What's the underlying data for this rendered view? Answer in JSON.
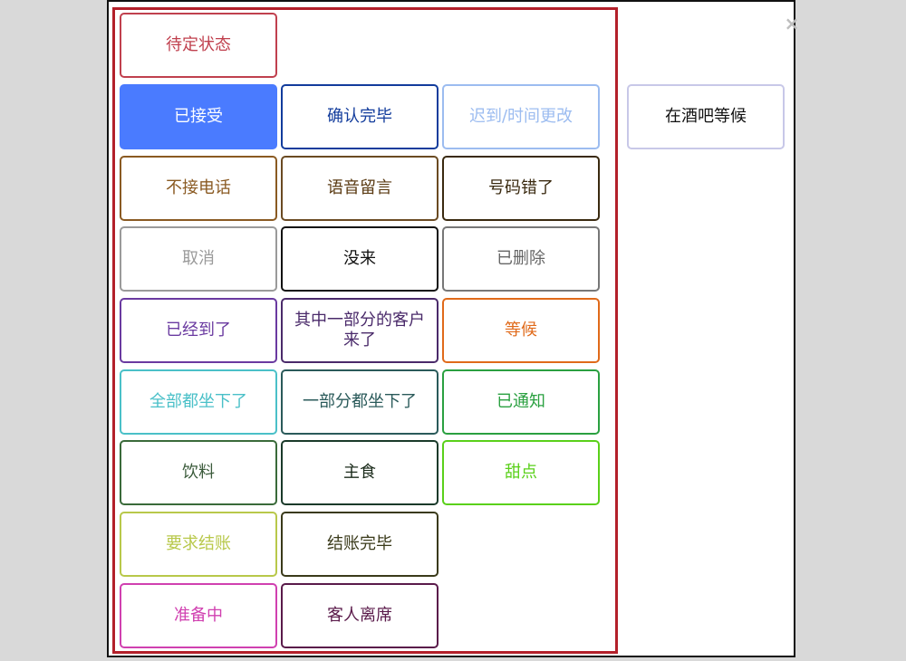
{
  "modal": {
    "close_label": "×"
  },
  "buttons": [
    {
      "id": "pending",
      "label": "待定状态",
      "color": "#c0404e",
      "border": "#c0404e",
      "bg": "#ffffff"
    },
    {
      "id": "accepted",
      "label": "已接受",
      "color": "#ffffff",
      "border": "#4a7bff",
      "bg": "#4a7bff"
    },
    {
      "id": "confirmed",
      "label": "确认完毕",
      "color": "#123c9c",
      "border": "#123c9c",
      "bg": "#ffffff"
    },
    {
      "id": "late",
      "label": "迟到/时间更改",
      "color": "#9cbcf0",
      "border": "#9cbcf0",
      "bg": "#ffffff"
    },
    {
      "id": "no-answer",
      "label": "不接电话",
      "color": "#8a5a22",
      "border": "#8a5a22",
      "bg": "#ffffff"
    },
    {
      "id": "voicemail",
      "label": "语音留言",
      "color": "#5a3a12",
      "border": "#6a4a22",
      "bg": "#ffffff"
    },
    {
      "id": "wrong-number",
      "label": "号码错了",
      "color": "#3a2a10",
      "border": "#3a2a10",
      "bg": "#ffffff"
    },
    {
      "id": "cancel",
      "label": "取消",
      "color": "#9a9a9a",
      "border": "#9a9a9a",
      "bg": "#ffffff"
    },
    {
      "id": "no-show",
      "label": "没来",
      "color": "#111111",
      "border": "#111111",
      "bg": "#ffffff"
    },
    {
      "id": "deleted",
      "label": "已删除",
      "color": "#666666",
      "border": "#777777",
      "bg": "#ffffff"
    },
    {
      "id": "arrived",
      "label": "已经到了",
      "color": "#6a3aa0",
      "border": "#6a3aa0",
      "bg": "#ffffff"
    },
    {
      "id": "partial-arrived",
      "label": "其中一部分的客户来了",
      "color": "#4a2a6a",
      "border": "#4a2a6a",
      "bg": "#ffffff"
    },
    {
      "id": "waiting",
      "label": "等候",
      "color": "#e06a1a",
      "border": "#e06a1a",
      "bg": "#ffffff"
    },
    {
      "id": "all-seated",
      "label": "全部都坐下了",
      "color": "#4ac0c8",
      "border": "#4ac0c8",
      "bg": "#ffffff"
    },
    {
      "id": "partial-seated",
      "label": "一部分都坐下了",
      "color": "#2a5a5a",
      "border": "#2a5a5a",
      "bg": "#ffffff"
    },
    {
      "id": "notified",
      "label": "已通知",
      "color": "#2aa040",
      "border": "#2aa040",
      "bg": "#ffffff"
    },
    {
      "id": "drinks",
      "label": "饮料",
      "color": "#3a5a3a",
      "border": "#3a6a3a",
      "bg": "#ffffff"
    },
    {
      "id": "main-course",
      "label": "主食",
      "color": "#1a2a1a",
      "border": "#1a3a2a",
      "bg": "#ffffff"
    },
    {
      "id": "dessert",
      "label": "甜点",
      "color": "#5ad01a",
      "border": "#5ad01a",
      "bg": "#ffffff"
    },
    {
      "id": "check-requested",
      "label": "要求结账",
      "color": "#b8c84a",
      "border": "#b8c84a",
      "bg": "#ffffff"
    },
    {
      "id": "check-done",
      "label": "结账完毕",
      "color": "#3a3a1a",
      "border": "#3a3a1a",
      "bg": "#ffffff"
    },
    {
      "id": "preparing",
      "label": "准备中",
      "color": "#d040b0",
      "border": "#d040b0",
      "bg": "#ffffff"
    },
    {
      "id": "left-table",
      "label": "客人离席",
      "color": "#5a1a4a",
      "border": "#5a1a4a",
      "bg": "#ffffff"
    },
    {
      "id": "bar-waiting",
      "label": "在酒吧等候",
      "color": "#111111",
      "border": "#c8c8e8",
      "bg": "#ffffff"
    }
  ]
}
